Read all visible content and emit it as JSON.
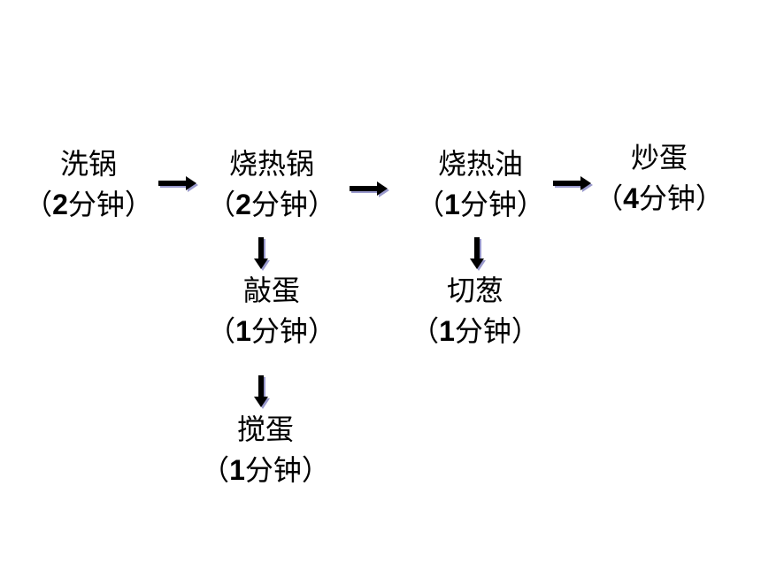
{
  "steps": {
    "wash_pot": {
      "name": "洗锅",
      "open": "（",
      "minutes": "2",
      "unit": "分钟",
      "close": "）"
    },
    "heat_pot": {
      "name": "烧热锅",
      "open": "（",
      "minutes": "2",
      "unit": "分钟",
      "close": "）"
    },
    "heat_oil": {
      "name": "烧热油",
      "open": "（",
      "minutes": "1",
      "unit": "分钟",
      "close": "）"
    },
    "fry_egg": {
      "name": "炒蛋",
      "open": "（",
      "minutes": "4",
      "unit": "分钟",
      "close": "）"
    },
    "crack_egg": {
      "name": "敲蛋",
      "open": "（",
      "minutes": "1",
      "unit": "分钟",
      "close": "）"
    },
    "chop_onion": {
      "name": "切葱",
      "open": "（",
      "minutes": "1",
      "unit": "分钟",
      "close": "）"
    },
    "beat_egg": {
      "name": "搅蛋",
      "open": "（",
      "minutes": "1",
      "unit": "分钟",
      "close": "）"
    }
  },
  "colors": {
    "arrow": "#000000",
    "arrow_shadow": "#9999cc",
    "text": "#000000"
  }
}
